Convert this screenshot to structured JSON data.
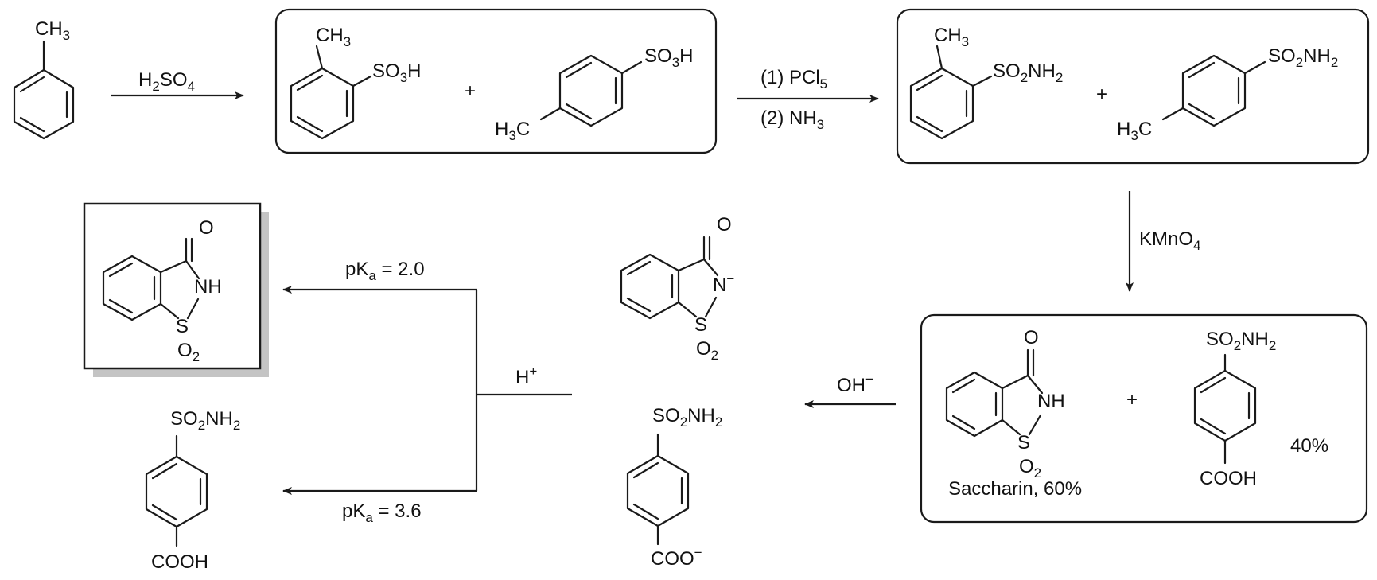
{
  "toluene": {
    "ch3": "CH",
    "ch3_sub": "3"
  },
  "step1": {
    "reagent": "H",
    "reagent_sub1": "2",
    "reagent_mid": "SO",
    "reagent_sub2": "4"
  },
  "box1": {
    "ortho_ch3": "CH",
    "ortho_ch3_sub": "3",
    "ortho_so3h_a": "SO",
    "ortho_so3h_sub": "3",
    "ortho_so3h_b": "H",
    "plus": "+",
    "para_so3h_a": "SO",
    "para_so3h_sub": "3",
    "para_so3h_b": "H",
    "para_h3c_a": "H",
    "para_h3c_sub": "3",
    "para_h3c_b": "C"
  },
  "step2": {
    "reagent1_a": "(1) PCl",
    "reagent1_sub": "5",
    "reagent2_a": "(2) NH",
    "reagent2_sub": "3"
  },
  "box2": {
    "ortho_ch3": "CH",
    "ortho_ch3_sub": "3",
    "ortho_so2nh2_a": "SO",
    "ortho_so2nh2_sub1": "2",
    "ortho_so2nh2_b": "NH",
    "ortho_so2nh2_sub2": "2",
    "plus": "+",
    "para_so2nh2_a": "SO",
    "para_so2nh2_sub1": "2",
    "para_so2nh2_b": "NH",
    "para_so2nh2_sub2": "2",
    "para_h3c_a": "H",
    "para_h3c_sub": "3",
    "para_h3c_b": "C"
  },
  "step3": {
    "reagent_a": "KMnO",
    "reagent_sub": "4"
  },
  "box3": {
    "sacch_o": "O",
    "sacch_nh": "NH",
    "sacch_s": "S",
    "sacch_o2_a": "O",
    "sacch_o2_sub": "2",
    "sacch_caption": "Saccharin, 60%",
    "plus": "+",
    "acid_so2nh2_a": "SO",
    "acid_so2nh2_sub1": "2",
    "acid_so2nh2_b": "NH",
    "acid_so2nh2_sub2": "2",
    "acid_cooh": "COOH",
    "acid_pct": "40%"
  },
  "step4": {
    "reagent": "OH",
    "reagent_sup": "−"
  },
  "mixture": {
    "anion_o": "O",
    "anion_n": "N",
    "anion_n_sup": "−",
    "anion_s": "S",
    "anion_o2_a": "O",
    "anion_o2_sub": "2",
    "carbox_so2nh2_a": "SO",
    "carbox_so2nh2_sub1": "2",
    "carbox_so2nh2_b": "NH",
    "carbox_so2nh2_sub2": "2",
    "carbox_coo": "COO",
    "carbox_coo_sup": "−"
  },
  "step5": {
    "reagent": "H",
    "reagent_sup": "+",
    "pka_top_a": "pK",
    "pka_top_sub": "a",
    "pka_top_b": " = 2.0",
    "pka_bot_a": "pK",
    "pka_bot_sub": "a",
    "pka_bot_b": " = 3.6"
  },
  "final_sacch": {
    "o": "O",
    "nh": "NH",
    "s": "S",
    "o2_a": "O",
    "o2_sub": "2"
  },
  "final_acid": {
    "so2nh2_a": "SO",
    "so2nh2_sub1": "2",
    "so2nh2_b": "NH",
    "so2nh2_sub2": "2",
    "cooh": "COOH"
  }
}
